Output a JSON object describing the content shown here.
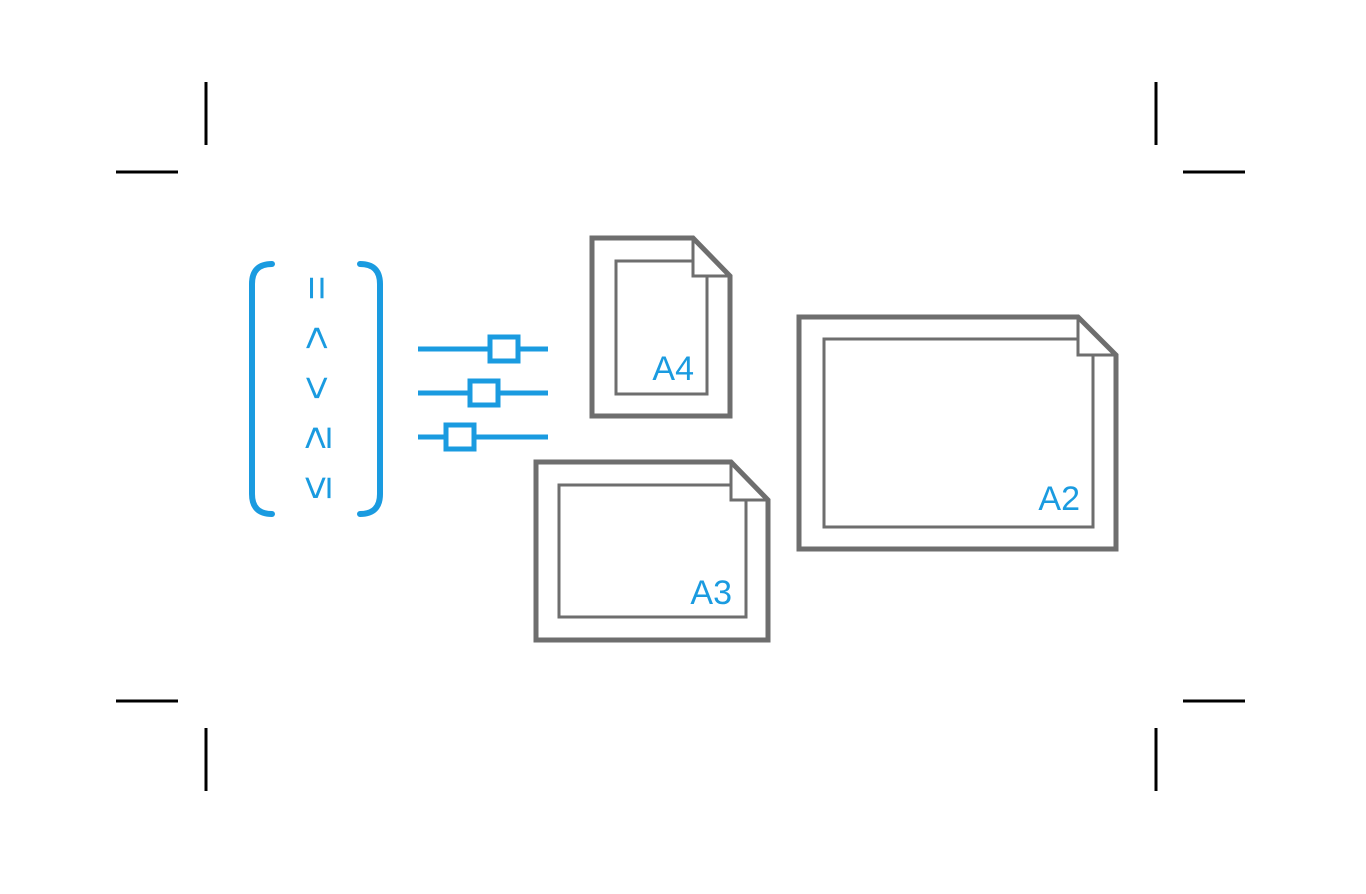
{
  "colors": {
    "background": "#ffffff",
    "accent": "#1a9be0",
    "paper_outline": "#6e6e6e",
    "crop_marks": "#000000"
  },
  "icons": {
    "comparison": "comparison-brackets-icon",
    "settings": "slider-settings-icon",
    "paper": "paper-sheet-icon",
    "crop": "crop-mark-icon"
  },
  "comparison_symbols": [
    "=",
    ">",
    "<",
    "≥",
    "≤"
  ],
  "papers": [
    {
      "id": "a4",
      "label": "A4"
    },
    {
      "id": "a3",
      "label": "A3"
    },
    {
      "id": "a2",
      "label": "A2"
    }
  ]
}
